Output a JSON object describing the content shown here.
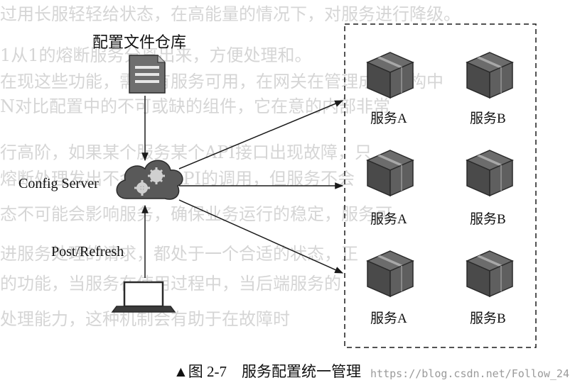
{
  "repo_label": "配置文件仓库",
  "config_server_label": "Config Server",
  "client_label": "Post/Refresh",
  "services": [
    {
      "label": "服务A"
    },
    {
      "label": "服务B"
    },
    {
      "label": "服务A"
    },
    {
      "label": "服务B"
    },
    {
      "label": "服务A"
    },
    {
      "label": "服务B"
    }
  ],
  "caption": "▲图 2-7　服务配置统一管理",
  "watermark": "https://blog.csdn.net/Follow_24",
  "background_text": [
    "过用长服轻轻给状态，在高能量的情况下，对服务进行降级。",
    "1从1的熔断服务分离出来，方便处理和。",
    "在现这些功能，需要有服务可用，在网关在管理成为架构中",
    "N对比配置中的不可或缺的组件，它在意的内部非常",
    "行高阶，如果某个服务某个API接口出现故障，只",
    "熔断处理发出不会进行API的调用，但服务不会",
    "态不可能会影响服务，确保业务运行的稳定，服务可",
    "进服务处理的请求，都处于一个合适的状态，正",
    "的功能，当服务在使用过程中，当后端服务的",
    "处理能力，这种机制会有助于在故障时"
  ],
  "colors": {
    "line": "#1a1a1a",
    "icon_fill": "#5a5a5a",
    "icon_light": "#8a8a8a",
    "bg_text": "#c8c8c8"
  }
}
